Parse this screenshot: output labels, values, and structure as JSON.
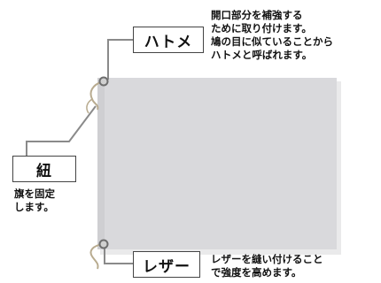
{
  "labels": {
    "hatome": "ハトメ",
    "himo": "紐",
    "leather": "レザー"
  },
  "descriptions": {
    "hatome": "開口部分を補強する\nために取り付けます。\n鳩の目に似ていることから\nハトメと呼ばれます。",
    "himo": "旗を固定\nします。",
    "leather": "レザーを縫い付けること\nで強度を高めます。"
  },
  "colors": {
    "flag": "#d9d9dc",
    "flag_shadow": "#e9e9ea",
    "leader_line": "#8a8a8a",
    "grommet": "#6e6e6e",
    "cord": "#b8ab8f",
    "box_border": "#444444"
  }
}
